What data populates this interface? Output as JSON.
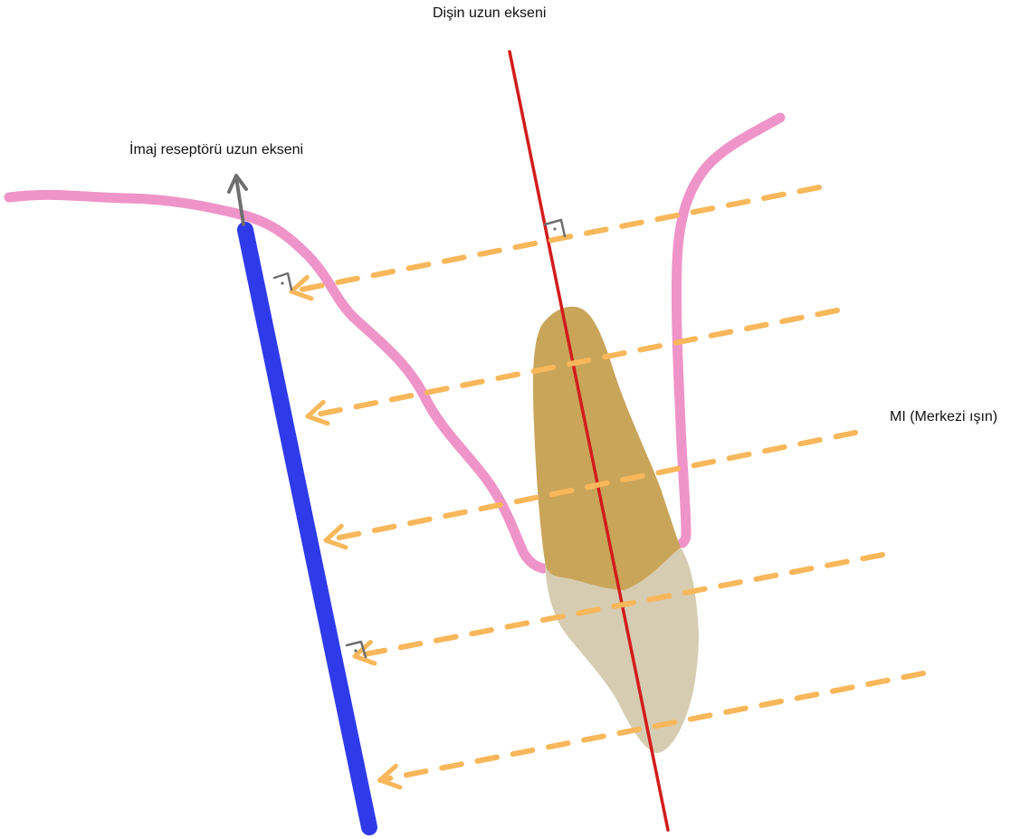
{
  "labels": {
    "tooth_long_axis": "Dişin uzun ekseni",
    "receptor_long_axis": "İmaj reseptörü uzun ekseni",
    "central_ray": "MI (Merkezi ışın)"
  },
  "colors": {
    "gingiva": "#ee94c8",
    "receptor": "#2f3bea",
    "tooth_axis": "#d31c1c",
    "ray": "#f8b75a",
    "root": "#c9a55a",
    "crown": "#d6ccb2",
    "axis_arrow": "#6f6f6f",
    "right_angle_mark": "#6f6f6f"
  },
  "icons": {
    "receptor_axis_arrow": "arrow-up-icon",
    "ray_arrowhead": "arrowhead-left-icon",
    "right_angle_mark": "right-angle-icon"
  }
}
